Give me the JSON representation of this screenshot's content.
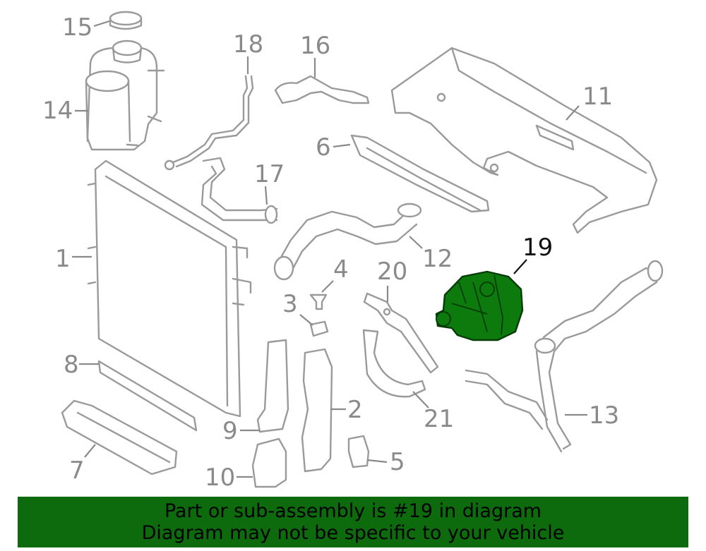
{
  "diagram": {
    "labels": [
      "1",
      "2",
      "3",
      "4",
      "5",
      "6",
      "7",
      "8",
      "9",
      "10",
      "11",
      "12",
      "13",
      "14",
      "15",
      "16",
      "17",
      "18",
      "19",
      "20",
      "21"
    ],
    "highlighted_part": "19",
    "highlight_color": "#0d7a0d",
    "line_color": "#9a9a9a"
  },
  "banner": {
    "line1": "Part or sub-assembly is #19 in diagram",
    "line2": "Diagram may not be specific to your vehicle",
    "background": "#0d6b0d"
  }
}
